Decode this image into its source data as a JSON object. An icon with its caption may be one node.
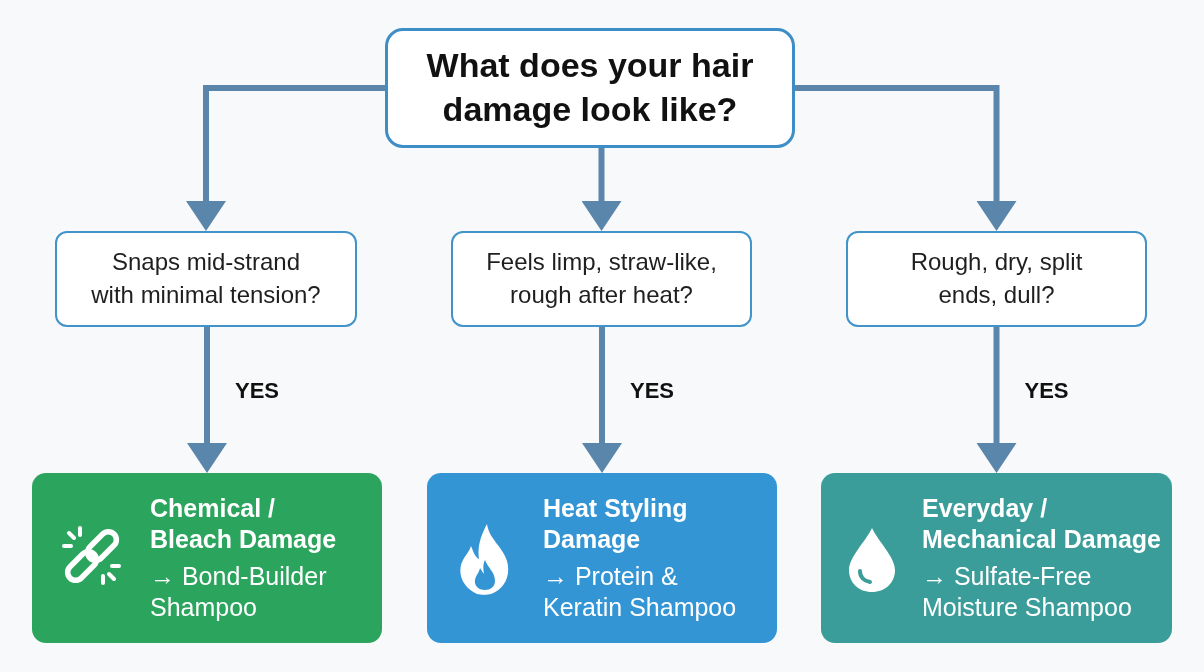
{
  "diagram": {
    "nodes": [
      {
        "text": [
          "What does your hair damage look like?"
        ]
      },
      {
        "text": [
          "Snaps mid-strand with minimal tension?"
        ]
      },
      {
        "text": [
          "Feels limp, straw-like, rough after heat?"
        ]
      },
      {
        "text": [
          "Rough, dry, split ends, dull?"
        ]
      },
      {
        "text": [
          "Chemical / Bleach Damage",
          "→ Bond-Builder Shampoo"
        ]
      },
      {
        "text": [
          "Heat Styling Damage",
          "→ Protein & Keratin Shampoo"
        ]
      },
      {
        "text": [
          "Everyday / Mechanical Damage",
          "→ Sulfate-Free Moisture Shampoo"
        ]
      }
    ],
    "edges": [
      {
        "from": 0,
        "to": 1,
        "arrow": "to"
      },
      {
        "from": 0,
        "to": 2,
        "arrow": "to"
      },
      {
        "from": 0,
        "to": 3,
        "arrow": "to"
      },
      {
        "from": 1,
        "to": 4,
        "arrow": "to",
        "label": "YES"
      },
      {
        "from": 2,
        "to": 5,
        "arrow": "to",
        "label": "YES"
      },
      {
        "from": 3,
        "to": 6,
        "arrow": "to",
        "label": "YES"
      }
    ]
  }
}
